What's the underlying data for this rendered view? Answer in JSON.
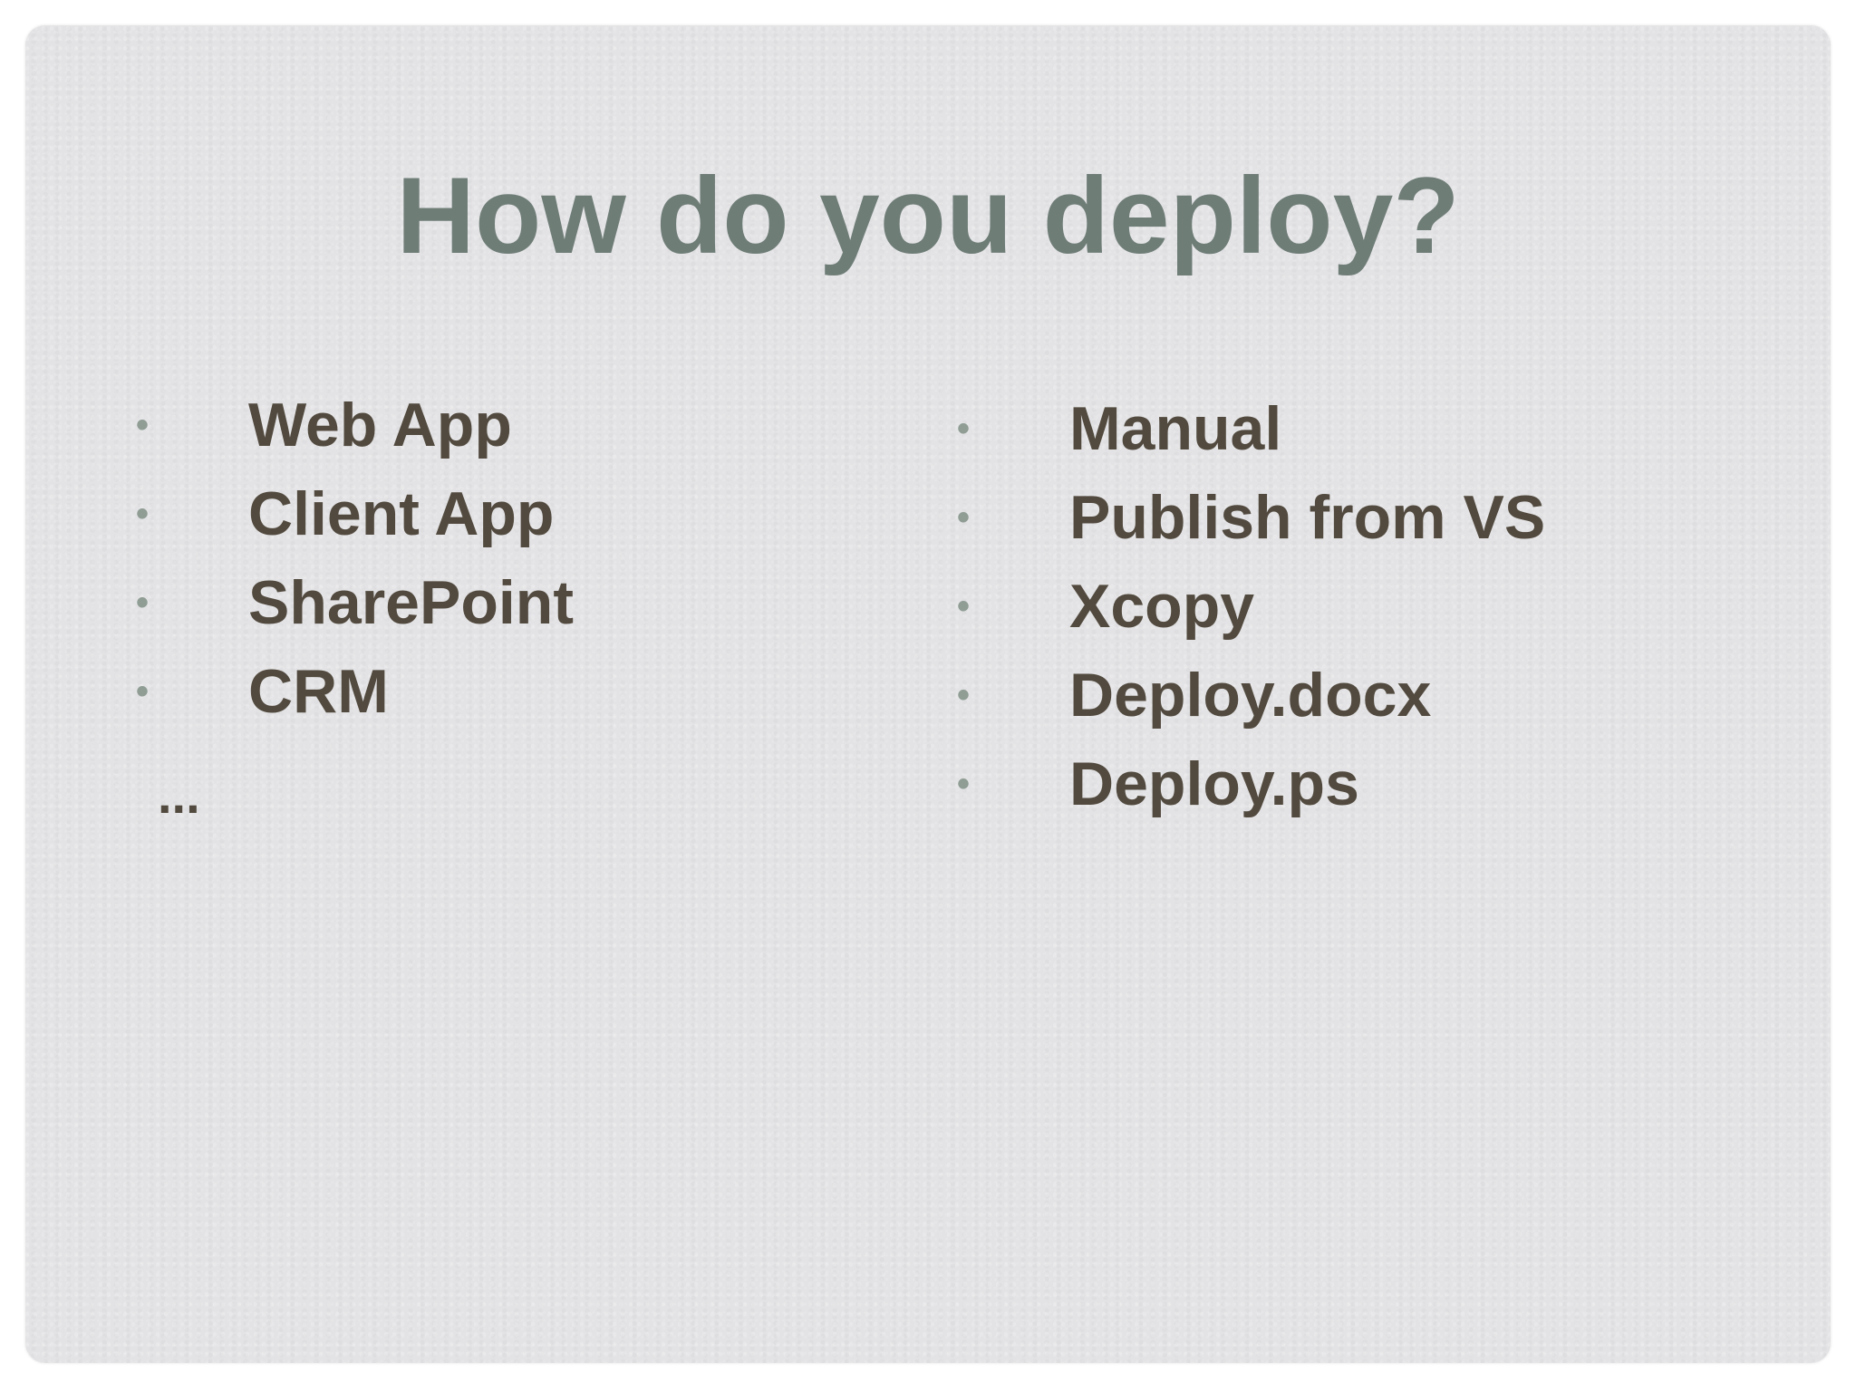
{
  "slide": {
    "title": "How do you deploy?",
    "bullet_glyph": "•",
    "left_list": [
      {
        "label": "Web App"
      },
      {
        "label": "Client App"
      },
      {
        "label": "SharePoint"
      },
      {
        "label": "CRM"
      }
    ],
    "left_continuation": "...",
    "right_list": [
      {
        "label": "Manual"
      },
      {
        "label": "Publish from VS"
      },
      {
        "label": "Xcopy"
      },
      {
        "label": "Deploy.docx"
      },
      {
        "label": "Deploy.ps"
      }
    ],
    "colors": {
      "title": "#6f7d77",
      "text": "#524a3f",
      "bullet": "#8f9d94",
      "background": "#e3e3e5"
    }
  }
}
